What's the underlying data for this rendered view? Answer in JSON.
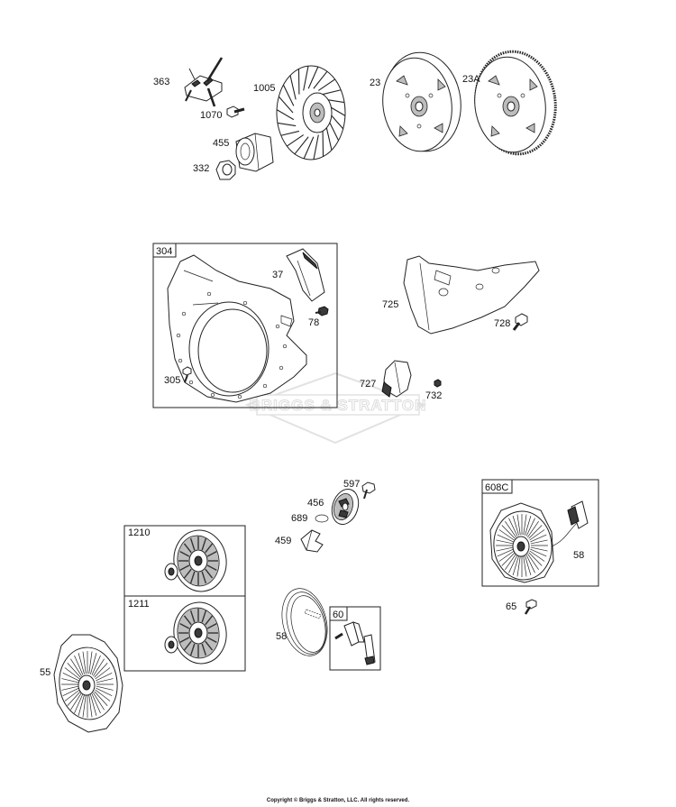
{
  "callouts": {
    "c363": "363",
    "c1005": "1005",
    "c23": "23",
    "c23a": "23A",
    "c1070": "1070",
    "c455": "455",
    "c332": "332",
    "c304": "304",
    "c37": "37",
    "c78": "78",
    "c305": "305",
    "c725": "725",
    "c728": "728",
    "c727": "727",
    "c732": "732",
    "c597": "597",
    "c456": "456",
    "c689": "689",
    "c459": "459",
    "c608c": "608C",
    "c58b": "58",
    "c65": "65",
    "c1210": "1210",
    "c1211": "1211",
    "c58a": "58",
    "c60": "60",
    "c55": "55"
  },
  "watermark": "BRIGGS & STRATTON",
  "footer": "Copyright © Briggs & Stratton, LLC. All rights reserved.",
  "icons": [
    "flywheel-icon",
    "blower-housing-icon",
    "rewind-starter-icon",
    "starter-rope-icon",
    "starter-handle-icon"
  ]
}
